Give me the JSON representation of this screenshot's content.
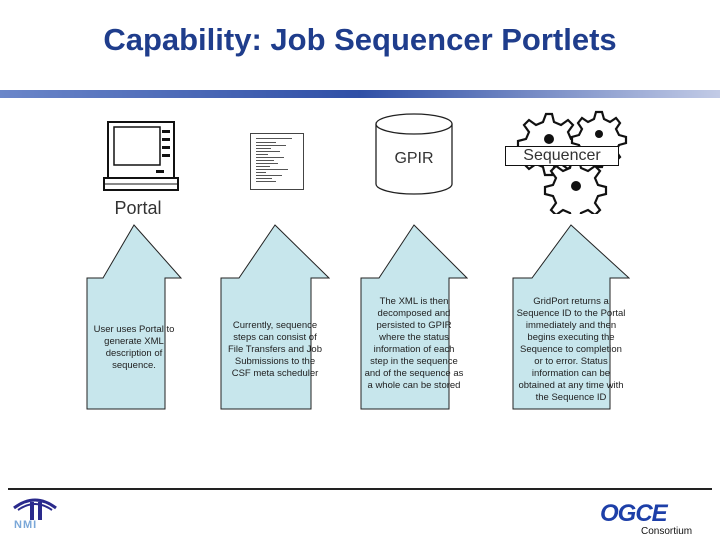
{
  "slide": {
    "title": "Capability: Job Sequencer Portlets"
  },
  "columns": [
    {
      "label": "Portal",
      "icon": "laptop-icon",
      "description": "User uses Portal to generate XML description of sequence."
    },
    {
      "label": "",
      "icon": "document-icon",
      "description": "Currently, sequence steps can consist of File Transfers and Job Submissions to the CSF meta scheduler"
    },
    {
      "label": "GPIR",
      "icon": "database-icon",
      "description": "The XML is then decomposed and persisted to GPIR where the status information of each step in the sequence and of the sequence as a whole can be stored"
    },
    {
      "label": "Sequencer",
      "icon": "gears-icon",
      "description": "GridPort returns a Sequence ID to the Portal immediately and then begins executing the Sequence to completion or to error. Status information can be obtained at any time with the Sequence ID"
    }
  ],
  "footer": {
    "left_logo": "NMI",
    "right_logo": "OGCE",
    "right_logo_sub": "Consortium"
  },
  "colors": {
    "title": "#1f3d8c",
    "arrow_fill": "#c7e6ec",
    "arrow_stroke": "#222222"
  }
}
